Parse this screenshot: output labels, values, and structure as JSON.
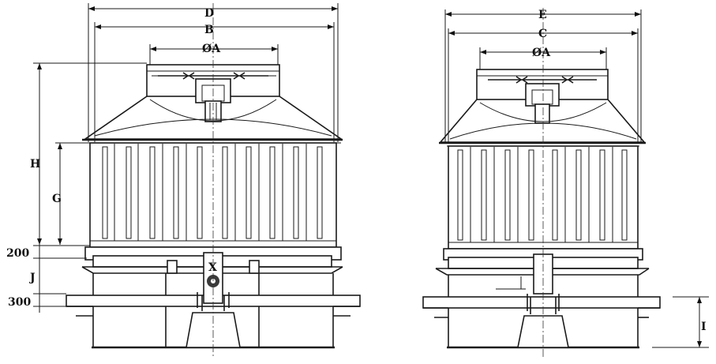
{
  "left_view": {
    "dimensions": {
      "d": "D",
      "b": "B",
      "a": "ØA",
      "h": "H",
      "g": "G",
      "base_200": "200",
      "j": "J",
      "base_300": "300",
      "x": "X"
    }
  },
  "right_view": {
    "dimensions": {
      "e": "E",
      "c": "C",
      "a": "ØA",
      "i": "I"
    }
  }
}
